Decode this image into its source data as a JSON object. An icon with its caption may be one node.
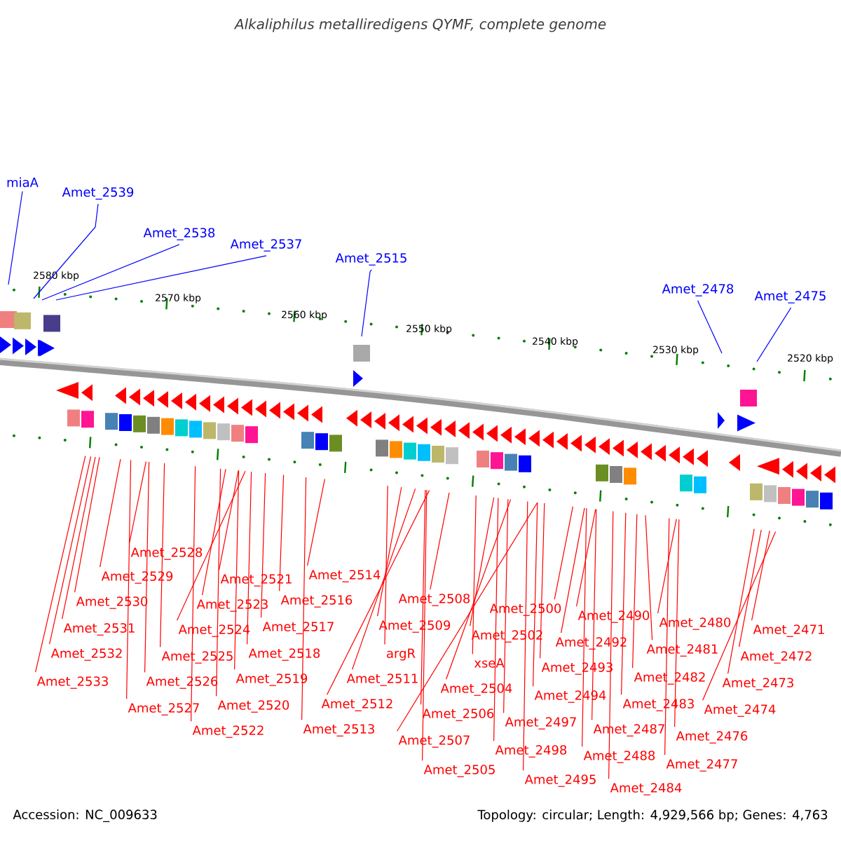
{
  "diagram": {
    "title": "Alkaliphilus metalliredigens QYMF, complete genome",
    "nodes": [
      {
        "text": [
          "miaA"
        ]
      },
      {
        "text": [
          "Amet_2539"
        ]
      },
      {
        "text": [
          "Amet_2538"
        ]
      },
      {
        "text": [
          "Amet_2537"
        ]
      },
      {
        "text": [
          "Amet_2515"
        ]
      },
      {
        "text": [
          "Amet_2478"
        ]
      },
      {
        "text": [
          "Amet_2475"
        ]
      },
      {
        "text": [
          "Amet_2528"
        ]
      },
      {
        "text": [
          "Amet_2529"
        ]
      },
      {
        "text": [
          "Amet_2530"
        ]
      },
      {
        "text": [
          "Amet_2531"
        ]
      },
      {
        "text": [
          "Amet_2532"
        ]
      },
      {
        "text": [
          "Amet_2533"
        ]
      },
      {
        "text": [
          "Amet_2521"
        ]
      },
      {
        "text": [
          "Amet_2523"
        ]
      },
      {
        "text": [
          "Amet_2524"
        ]
      },
      {
        "text": [
          "Amet_2525"
        ]
      },
      {
        "text": [
          "Amet_2526"
        ]
      },
      {
        "text": [
          "Amet_2527"
        ]
      },
      {
        "text": [
          "Amet_2522"
        ]
      },
      {
        "text": [
          "Amet_2514"
        ]
      },
      {
        "text": [
          "Amet_2516"
        ]
      },
      {
        "text": [
          "Amet_2517"
        ]
      },
      {
        "text": [
          "Amet_2518"
        ]
      },
      {
        "text": [
          "Amet_2519"
        ]
      },
      {
        "text": [
          "Amet_2520"
        ]
      },
      {
        "text": [
          "Amet_2513"
        ]
      },
      {
        "text": [
          "Amet_2512"
        ]
      },
      {
        "text": [
          "Amet_2511"
        ]
      },
      {
        "text": [
          "argR"
        ]
      },
      {
        "text": [
          "Amet_2509"
        ]
      },
      {
        "text": [
          "Amet_2508"
        ]
      },
      {
        "text": [
          "Amet_2500"
        ]
      },
      {
        "text": [
          "Amet_2502"
        ]
      },
      {
        "text": [
          "xseA"
        ]
      },
      {
        "text": [
          "Amet_2504"
        ]
      },
      {
        "text": [
          "Amet_2506"
        ]
      },
      {
        "text": [
          "Amet_2507"
        ]
      },
      {
        "text": [
          "Amet_2505"
        ]
      },
      {
        "text": [
          "Amet_2490"
        ]
      },
      {
        "text": [
          "Amet_2492"
        ]
      },
      {
        "text": [
          "Amet_2493"
        ]
      },
      {
        "text": [
          "Amet_2494"
        ]
      },
      {
        "text": [
          "Amet_2497"
        ]
      },
      {
        "text": [
          "Amet_2498"
        ]
      },
      {
        "text": [
          "Amet_2495"
        ]
      },
      {
        "text": [
          "Amet_2480"
        ]
      },
      {
        "text": [
          "Amet_2481"
        ]
      },
      {
        "text": [
          "Amet_2482"
        ]
      },
      {
        "text": [
          "Amet_2483"
        ]
      },
      {
        "text": [
          "Amet_2487"
        ]
      },
      {
        "text": [
          "Amet_2488"
        ]
      },
      {
        "text": [
          "Amet_2484"
        ]
      },
      {
        "text": [
          "Amet_2477"
        ]
      },
      {
        "text": [
          "Amet_2476"
        ]
      },
      {
        "text": [
          "Amet_2474"
        ]
      },
      {
        "text": [
          "Amet_2473"
        ]
      },
      {
        "text": [
          "Amet_2472"
        ]
      },
      {
        "text": [
          "Amet_2471"
        ]
      }
    ],
    "edges": [
      {
        "from": 0,
        "to": null,
        "arrow": "none",
        "color": "#0000ff"
      },
      {
        "from": 1,
        "to": null,
        "arrow": "none",
        "color": "#0000ff"
      },
      {
        "from": 2,
        "to": null,
        "arrow": "none",
        "color": "#0000ff"
      },
      {
        "from": 3,
        "to": null,
        "arrow": "none",
        "color": "#0000ff"
      },
      {
        "from": 4,
        "to": null,
        "arrow": "none",
        "color": "#0000ff"
      },
      {
        "from": 5,
        "to": null,
        "arrow": "none",
        "color": "#0000ff"
      },
      {
        "from": 6,
        "to": null,
        "arrow": "none",
        "color": "#0000ff"
      },
      {
        "from": 7,
        "to": null,
        "arrow": "none"
      },
      {
        "from": 8,
        "to": null,
        "arrow": "none"
      },
      {
        "from": 9,
        "to": null,
        "arrow": "none"
      },
      {
        "from": 10,
        "to": null,
        "arrow": "none"
      },
      {
        "from": 11,
        "to": null,
        "arrow": "none"
      },
      {
        "from": 12,
        "to": null,
        "arrow": "none"
      },
      {
        "from": 13,
        "to": null,
        "arrow": "none"
      },
      {
        "from": 14,
        "to": null,
        "arrow": "none"
      },
      {
        "from": 15,
        "to": null,
        "arrow": "none"
      },
      {
        "from": 16,
        "to": null,
        "arrow": "none"
      },
      {
        "from": 17,
        "to": null,
        "arrow": "none"
      },
      {
        "from": 18,
        "to": null,
        "arrow": "none"
      },
      {
        "from": 19,
        "to": null,
        "arrow": "none"
      },
      {
        "from": 20,
        "to": null,
        "arrow": "none"
      },
      {
        "from": 21,
        "to": null,
        "arrow": "none"
      },
      {
        "from": 22,
        "to": null,
        "arrow": "none"
      },
      {
        "from": 23,
        "to": null,
        "arrow": "none"
      },
      {
        "from": 24,
        "to": null,
        "arrow": "none"
      },
      {
        "from": 25,
        "to": null,
        "arrow": "none"
      },
      {
        "from": 26,
        "to": null,
        "arrow": "none"
      },
      {
        "from": 27,
        "to": null,
        "arrow": "none"
      },
      {
        "from": 28,
        "to": null,
        "arrow": "none"
      },
      {
        "from": 29,
        "to": null,
        "arrow": "none"
      },
      {
        "from": 30,
        "to": null,
        "arrow": "none"
      },
      {
        "from": 31,
        "to": null,
        "arrow": "none"
      },
      {
        "from": 32,
        "to": null,
        "arrow": "none"
      },
      {
        "from": 33,
        "to": null,
        "arrow": "none"
      },
      {
        "from": 34,
        "to": null,
        "arrow": "none"
      },
      {
        "from": 35,
        "to": null,
        "arrow": "none"
      },
      {
        "from": 36,
        "to": null,
        "arrow": "none"
      },
      {
        "from": 37,
        "to": null,
        "arrow": "none"
      },
      {
        "from": 38,
        "to": null,
        "arrow": "none"
      },
      {
        "from": 39,
        "to": null,
        "arrow": "none"
      },
      {
        "from": 40,
        "to": null,
        "arrow": "none"
      },
      {
        "from": 41,
        "to": null,
        "arrow": "none"
      },
      {
        "from": 42,
        "to": null,
        "arrow": "none"
      },
      {
        "from": 43,
        "to": null,
        "arrow": "none"
      },
      {
        "from": 44,
        "to": null,
        "arrow": "none"
      },
      {
        "from": 45,
        "to": null,
        "arrow": "none"
      },
      {
        "from": 46,
        "to": null,
        "arrow": "none"
      },
      {
        "from": 47,
        "to": null,
        "arrow": "none"
      },
      {
        "from": 48,
        "to": null,
        "arrow": "none"
      },
      {
        "from": 49,
        "to": null,
        "arrow": "none"
      },
      {
        "from": 50,
        "to": null,
        "arrow": "none"
      },
      {
        "from": 51,
        "to": null,
        "arrow": "none"
      },
      {
        "from": 52,
        "to": null,
        "arrow": "none"
      },
      {
        "from": 53,
        "to": null,
        "arrow": "none"
      },
      {
        "from": 54,
        "to": null,
        "arrow": "none"
      },
      {
        "from": 55,
        "to": null,
        "arrow": "none"
      },
      {
        "from": 56,
        "to": null,
        "arrow": "none"
      },
      {
        "from": 57,
        "to": null,
        "arrow": "none"
      },
      {
        "from": 58,
        "to": null,
        "arrow": "none"
      }
    ],
    "labels": [
      "2580 kbp",
      "2570 kbp",
      "2560 kbp",
      "2550 kbp",
      "2540 kbp",
      "2530 kbp",
      "2520 kbp",
      "Accession: NC_009633",
      "Topology: circular; Length: 4,929,566 bp; Genes: 4,763"
    ]
  }
}
